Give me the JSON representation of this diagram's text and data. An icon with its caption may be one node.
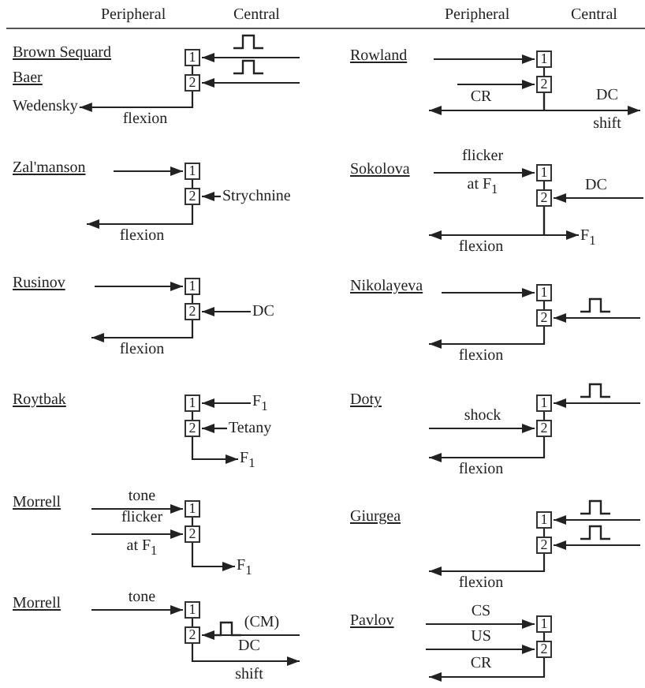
{
  "diagram": {
    "nodes": [
      {
        "text": [
          "1"
        ]
      },
      {
        "text": [
          "2"
        ]
      },
      {
        "text": [
          "Wedensky"
        ]
      },
      {
        "text": [
          "1"
        ]
      },
      {
        "text": [
          "2"
        ]
      },
      {
        "text": [
          "1"
        ]
      },
      {
        "text": [
          "2"
        ]
      },
      {
        "text": [
          "Strychnine"
        ]
      },
      {
        "text": [
          "1"
        ]
      },
      {
        "text": [
          "2"
        ]
      },
      {
        "text": [
          "F$_{1}$"
        ]
      },
      {
        "text": [
          "1"
        ]
      },
      {
        "text": [
          "2"
        ]
      },
      {
        "text": [
          "DC"
        ]
      },
      {
        "text": [
          "1"
        ]
      },
      {
        "text": [
          "2"
        ]
      },
      {
        "text": [
          "1"
        ]
      },
      {
        "text": [
          "2"
        ]
      },
      {
        "text": [
          "F$_{1}$"
        ]
      },
      {
        "text": [
          "Tetany"
        ]
      },
      {
        "text": [
          "F$_{1}$"
        ]
      },
      {
        "text": [
          "1"
        ]
      },
      {
        "text": [
          "2"
        ]
      },
      {
        "text": [
          "1"
        ]
      },
      {
        "text": [
          "2"
        ]
      },
      {
        "text": [
          "F$_{1}$"
        ]
      },
      {
        "text": [
          "1"
        ]
      },
      {
        "text": [
          "2"
        ]
      },
      {
        "text": [
          "1"
        ]
      },
      {
        "text": [
          "2"
        ]
      },
      {
        "text": [
          "1"
        ]
      },
      {
        "text": [
          "2"
        ]
      }
    ],
    "edges": [
      {
        "from": 0,
        "to": 1,
        "arrow": "none"
      },
      {
        "from": null,
        "to": 0,
        "arrow": "to"
      },
      {
        "from": null,
        "to": 1,
        "arrow": "to"
      },
      {
        "from": 1,
        "to": 2,
        "arrow": "to",
        "label": "flexion"
      },
      {
        "from": 3,
        "to": 4,
        "arrow": "none"
      },
      {
        "from": null,
        "to": 3,
        "arrow": "to"
      },
      {
        "from": null,
        "to": 4,
        "arrow": "to"
      },
      {
        "from": 4,
        "to": null,
        "arrow": "to",
        "label": "CR"
      },
      {
        "from": 4,
        "to": null,
        "arrow": "to",
        "label": "DC shift"
      },
      {
        "from": 5,
        "to": 6,
        "arrow": "none"
      },
      {
        "from": null,
        "to": 5,
        "arrow": "to"
      },
      {
        "from": 7,
        "to": 6,
        "arrow": "to"
      },
      {
        "from": 6,
        "to": null,
        "arrow": "to",
        "label": "flexion"
      },
      {
        "from": 8,
        "to": 9,
        "arrow": "none"
      },
      {
        "from": null,
        "to": 8,
        "arrow": "to",
        "label": "flicker at F$_{1}$"
      },
      {
        "from": null,
        "to": 9,
        "arrow": "to",
        "label": "DC"
      },
      {
        "from": 9,
        "to": null,
        "arrow": "to",
        "label": "flexion"
      },
      {
        "from": 9,
        "to": 10,
        "arrow": "to"
      },
      {
        "from": 11,
        "to": 12,
        "arrow": "none"
      },
      {
        "from": null,
        "to": 11,
        "arrow": "to"
      },
      {
        "from": 13,
        "to": 12,
        "arrow": "to"
      },
      {
        "from": 12,
        "to": null,
        "arrow": "to",
        "label": "flexion"
      },
      {
        "from": 14,
        "to": 15,
        "arrow": "none"
      },
      {
        "from": null,
        "to": 14,
        "arrow": "to"
      },
      {
        "from": null,
        "to": 15,
        "arrow": "to"
      },
      {
        "from": 15,
        "to": null,
        "arrow": "to",
        "label": "flexion"
      },
      {
        "from": 16,
        "to": 17,
        "arrow": "none"
      },
      {
        "from": 18,
        "to": 16,
        "arrow": "to"
      },
      {
        "from": 19,
        "to": 17,
        "arrow": "to"
      },
      {
        "from": 17,
        "to": 20,
        "arrow": "to"
      },
      {
        "from": 21,
        "to": 22,
        "arrow": "none"
      },
      {
        "from": null,
        "to": 21,
        "arrow": "to"
      },
      {
        "from": null,
        "to": 22,
        "arrow": "to",
        "label": "shock"
      },
      {
        "from": 22,
        "to": null,
        "arrow": "to",
        "label": "flexion"
      },
      {
        "from": 23,
        "to": 24,
        "arrow": "none"
      },
      {
        "from": null,
        "to": 23,
        "arrow": "to",
        "label": "tone"
      },
      {
        "from": null,
        "to": 24,
        "arrow": "to",
        "label": "flicker at F$_{1}$"
      },
      {
        "from": 24,
        "to": 25,
        "arrow": "to"
      },
      {
        "from": 26,
        "to": 27,
        "arrow": "none"
      },
      {
        "from": null,
        "to": 26,
        "arrow": "to"
      },
      {
        "from": null,
        "to": 27,
        "arrow": "to"
      },
      {
        "from": 27,
        "to": null,
        "arrow": "to",
        "label": "flexion"
      },
      {
        "from": 28,
        "to": 29,
        "arrow": "none"
      },
      {
        "from": null,
        "to": 28,
        "arrow": "to",
        "label": "tone"
      },
      {
        "from": null,
        "to": 29,
        "arrow": "to",
        "label": "(CM)"
      },
      {
        "from": 29,
        "to": null,
        "arrow": "to",
        "label": "DC shift"
      },
      {
        "from": 30,
        "to": 31,
        "arrow": "none"
      },
      {
        "from": null,
        "to": 30,
        "arrow": "to",
        "label": "CS"
      },
      {
        "from": null,
        "to": 31,
        "arrow": "to",
        "label": "US"
      },
      {
        "from": 31,
        "to": null,
        "arrow": "to",
        "label": "CR"
      }
    ],
    "labels": [
      "Peripheral",
      "Central",
      "Peripheral",
      "Central",
      "Brown Sequard",
      "Baer",
      "Rowland",
      "Zal'manson",
      "Sokolova",
      "Rusinov",
      "Nikolayeva",
      "Roytbak",
      "Doty",
      "Morrell",
      "Giurgea",
      "Morrell",
      "Pavlov"
    ]
  }
}
